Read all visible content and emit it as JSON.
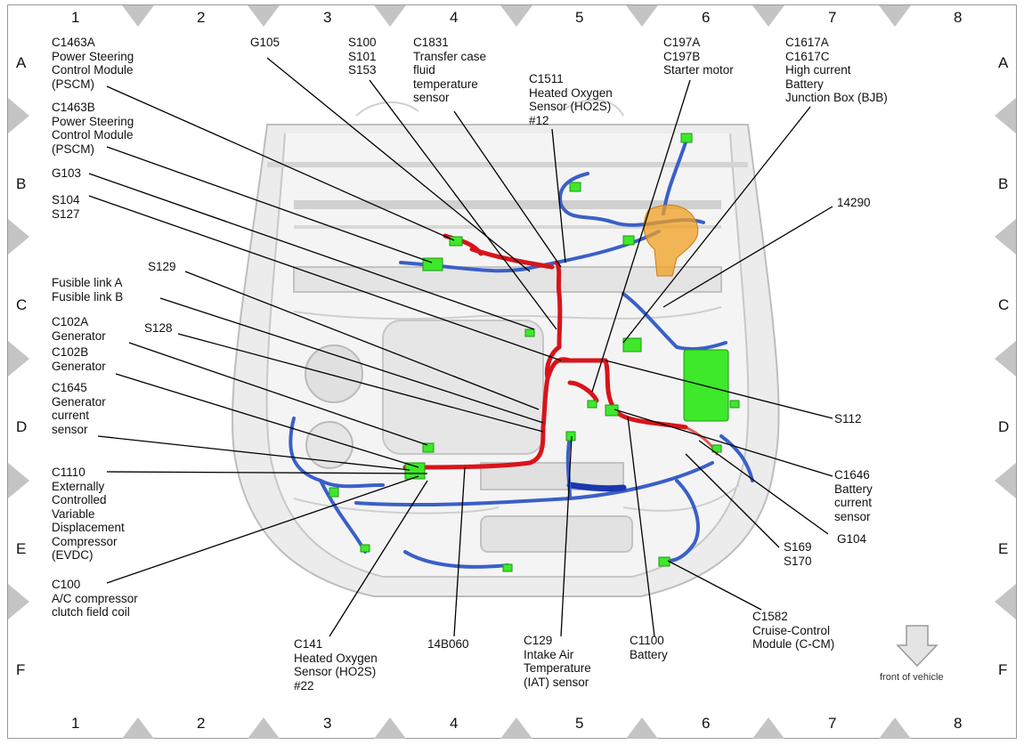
{
  "grid": {
    "columns": [
      "1",
      "2",
      "3",
      "4",
      "5",
      "6",
      "7",
      "8"
    ],
    "rows": [
      "A",
      "B",
      "C",
      "D",
      "E",
      "F"
    ]
  },
  "labels": {
    "c1463a": "C1463A\nPower Steering\nControl Module\n(PSCM)",
    "c1463b": "C1463B\nPower Steering\nControl Module\n(PSCM)",
    "g103": "G103",
    "s104": "S104\nS127",
    "s129": "S129",
    "fusible": "Fusible link A\nFusible link B",
    "c102a": "C102A\nGenerator",
    "s128": "S128",
    "c102b": "C102B\nGenerator",
    "c1645": "C1645\nGenerator\ncurrent\nsensor",
    "c1110": "C1110\nExternally\nControlled\nVariable\nDisplacement\nCompressor\n(EVDC)",
    "c100": "C100\nA/C compressor\nclutch field coil",
    "c141": "C141\nHeated Oxygen\nSensor (HO2S)\n#22",
    "b14060": "14B060",
    "c129": "C129\nIntake Air\nTemperature\n(IAT) sensor",
    "c1100": "C1100\nBattery",
    "c1582": "C1582\nCruise-Control\nModule (C-CM)",
    "g105": "G105",
    "s100": "S100\nS101\nS153",
    "c1831": "C1831\nTransfer case\nfluid\ntemperature\nsensor",
    "c1511": "C1511\nHeated Oxygen\nSensor (HO2S)\n#12",
    "c197": "C197A\nC197B\nStarter motor",
    "c1617": "C1617A\nC1617C\nHigh current\nBattery\nJunction Box (BJB)",
    "n14290": "14290",
    "s112": "S112",
    "c1646": "C1646\nBattery\ncurrent\nsensor",
    "g104": "G104",
    "s169": "S169\nS170"
  },
  "front_label": "front of vehicle",
  "colors": {
    "harness_main": "#d8141a",
    "harness_signal": "#3a5fc8",
    "connector": "#33dd22",
    "bjb": "#f0a020",
    "battery": "#3ee82a",
    "vehicle_outline": "#c8c8c8"
  }
}
